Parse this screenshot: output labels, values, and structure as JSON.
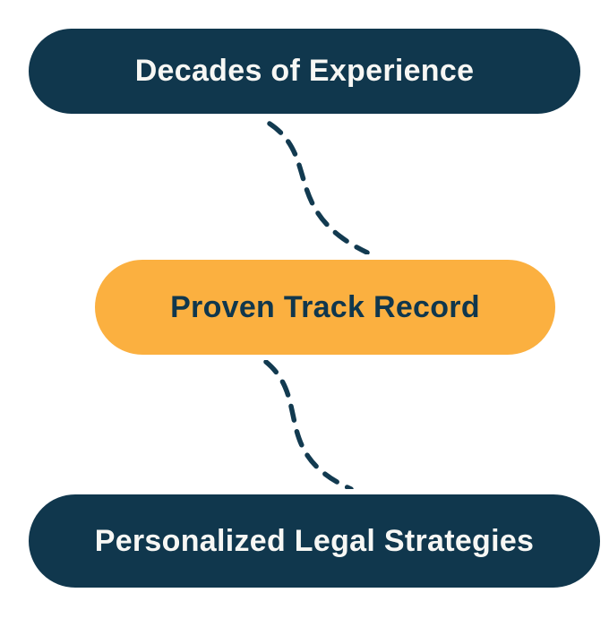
{
  "diagram": {
    "title": "law-firm-benefits-flow",
    "background_color": "#ffffff",
    "border_color": "#ffffff",
    "connector_color": "#123a50",
    "connector_style": "dashed",
    "nodes": [
      {
        "id": "decades-of-experience",
        "label": "Decades of Experience",
        "fill": "#10374d",
        "text_color": "#f7f7f4"
      },
      {
        "id": "proven-track-record",
        "label": "Proven Track Record",
        "fill": "#fbb040",
        "text_color": "#10374d"
      },
      {
        "id": "personalized-legal-strategies",
        "label": "Personalized Legal Strategies",
        "fill": "#10374d",
        "text_color": "#f7f7f4"
      }
    ]
  }
}
